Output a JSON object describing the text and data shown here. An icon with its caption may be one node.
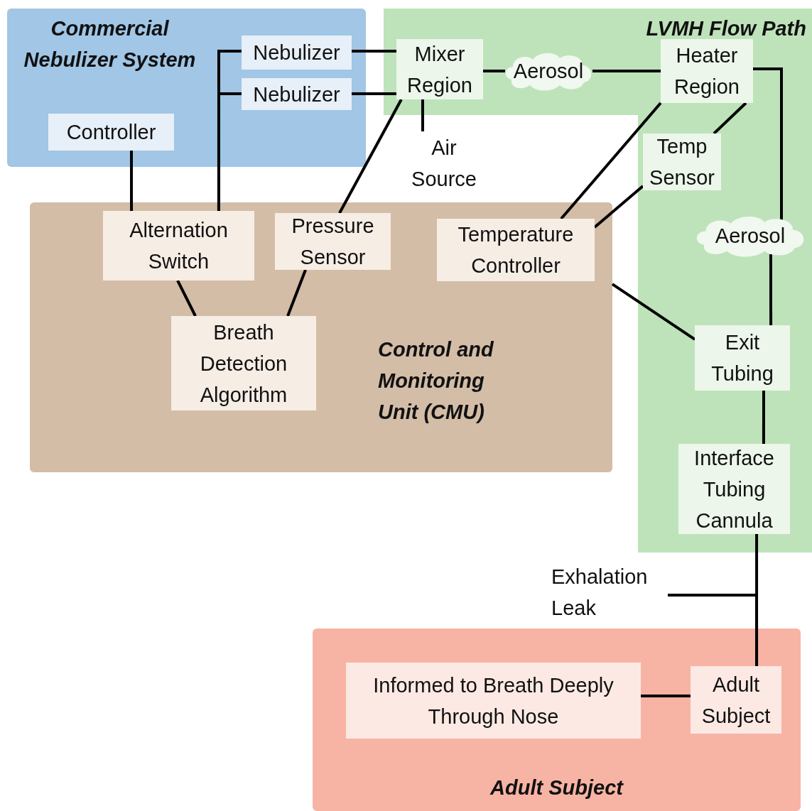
{
  "diagram": {
    "nodes": [
      {
        "text": [
          "Commercial Nebulizer System"
        ]
      },
      {
        "text": [
          "LVMH Flow Path"
        ]
      },
      {
        "text": [
          "Control and Monitoring Unit (CMU)"
        ]
      },
      {
        "text": [
          "Adult Subject"
        ]
      },
      {
        "text": [
          "Nebulizer"
        ],
        "in": 0
      },
      {
        "text": [
          "Nebulizer"
        ],
        "in": 0
      },
      {
        "text": [
          "Controller"
        ],
        "in": 0
      },
      {
        "text": [
          "Mixer Region"
        ],
        "in": 1
      },
      {
        "text": [
          "Aerosol"
        ],
        "in": 1
      },
      {
        "text": [
          "Heater Region"
        ],
        "in": 1
      },
      {
        "text": [
          "Air Source"
        ]
      },
      {
        "text": [
          "Temp Sensor"
        ],
        "in": 1
      },
      {
        "text": [
          "Aerosol"
        ],
        "in": 1
      },
      {
        "text": [
          "Exit Tubing"
        ],
        "in": 1
      },
      {
        "text": [
          "Interface Tubing Cannula"
        ],
        "in": 1
      },
      {
        "text": [
          "Alternation Switch"
        ],
        "in": 2
      },
      {
        "text": [
          "Pressure Sensor"
        ],
        "in": 2
      },
      {
        "text": [
          "Temperature Controller"
        ],
        "in": 2
      },
      {
        "text": [
          "Breath Detection Algorithm"
        ],
        "in": 2
      },
      {
        "text": [
          "Exhalation Leak"
        ]
      },
      {
        "text": [
          "Informed to Breath Deeply Through Nose"
        ],
        "in": 3
      },
      {
        "text": [
          "Adult Subject"
        ],
        "in": 3
      }
    ],
    "edges": [
      {
        "from": 4,
        "to": 7,
        "arrow": "none"
      },
      {
        "from": 5,
        "to": 7,
        "arrow": "none"
      },
      {
        "from": 15,
        "to": 4,
        "arrow": "none"
      },
      {
        "from": 15,
        "to": 5,
        "arrow": "none"
      },
      {
        "from": 6,
        "to": 15,
        "arrow": "none"
      },
      {
        "from": 7,
        "to": 10,
        "arrow": "none"
      },
      {
        "from": 7,
        "to": 8,
        "arrow": "none"
      },
      {
        "from": 8,
        "to": 9,
        "arrow": "none"
      },
      {
        "from": 9,
        "to": 12,
        "arrow": "none"
      },
      {
        "from": 16,
        "to": 7,
        "arrow": "none"
      },
      {
        "from": 17,
        "to": 9,
        "arrow": "none"
      },
      {
        "from": 11,
        "to": 9,
        "arrow": "none"
      },
      {
        "from": 17,
        "to": 11,
        "arrow": "none"
      },
      {
        "from": 12,
        "to": 13,
        "arrow": "none"
      },
      {
        "from": 2,
        "to": 13,
        "arrow": "none"
      },
      {
        "from": 15,
        "to": 18,
        "arrow": "none"
      },
      {
        "from": 16,
        "to": 18,
        "arrow": "none"
      },
      {
        "from": 13,
        "to": 14,
        "arrow": "none"
      },
      {
        "from": 14,
        "to": 21,
        "arrow": "none"
      },
      {
        "from": 19,
        "to": 21,
        "arrow": "none"
      },
      {
        "from": 20,
        "to": 21,
        "arrow": "none"
      }
    ]
  }
}
